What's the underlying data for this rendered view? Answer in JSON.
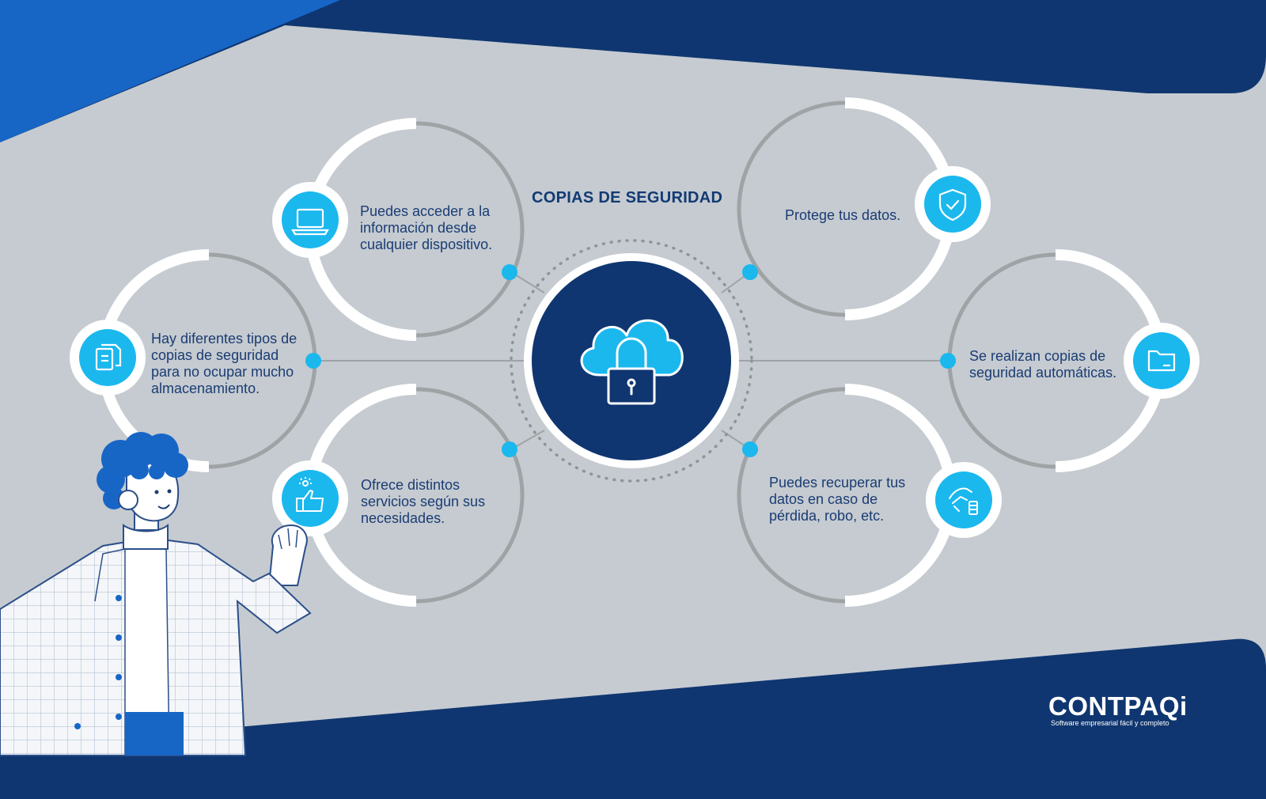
{
  "title": "COPIAS DE SEGURIDAD",
  "items": [
    {
      "id": "access",
      "label": "Puedes acceder a la\n información desde\ncualquier dispositivo.",
      "icon": "laptop-icon"
    },
    {
      "id": "types",
      "label": "Hay diferentes tipos de\n copias de seguridad\n para no ocupar mucho\nalmacenamiento.",
      "icon": "document-icon"
    },
    {
      "id": "services",
      "label": "Ofrece distintos\n servicios según sus\nnecesidades.",
      "icon": "thumbs-up-icon"
    },
    {
      "id": "protect",
      "label": "Protege tus datos.",
      "icon": "shield-check-icon"
    },
    {
      "id": "auto",
      "label": "Se realizan copias de\nseguridad automáticas.",
      "icon": "folder-icon"
    },
    {
      "id": "recover",
      "label": "Puedes recuperar tus\ndatos en caso de\npérdida, robo, etc.",
      "icon": "hand-coins-icon"
    }
  ],
  "center_icon": "cloud-lock-icon",
  "brand": {
    "name": "CONTPAQi",
    "tagline": "Software empresarial fácil y completo"
  },
  "colors": {
    "navy": "#0f3670",
    "royal_blue": "#1766c6",
    "cyan": "#1bb8ee",
    "gray_bg": "#c5cbd0",
    "ring_gray": "#9fa3a6",
    "text": "#1b3c74"
  }
}
